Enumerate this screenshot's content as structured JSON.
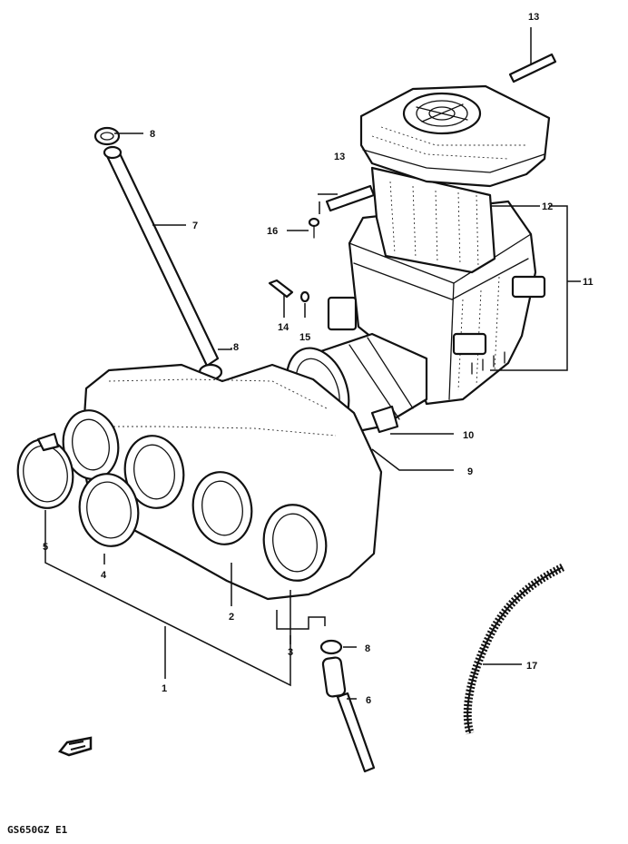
{
  "callouts": {
    "c1": "1",
    "c2": "2",
    "c3": "3",
    "c4": "4",
    "c5": "5",
    "c6": "6",
    "c7": "7",
    "c8a": "8",
    "c8b": "8",
    "c8c": "8",
    "c9": "9",
    "c10": "10",
    "c11": "11",
    "c12": "12",
    "c13a": "13",
    "c13b": "13",
    "c14": "14",
    "c15": "15",
    "c16": "16",
    "c17": "17"
  },
  "model_code": "GS650GZ E1",
  "icons": {
    "front_direction": "front-arrow-icon"
  }
}
